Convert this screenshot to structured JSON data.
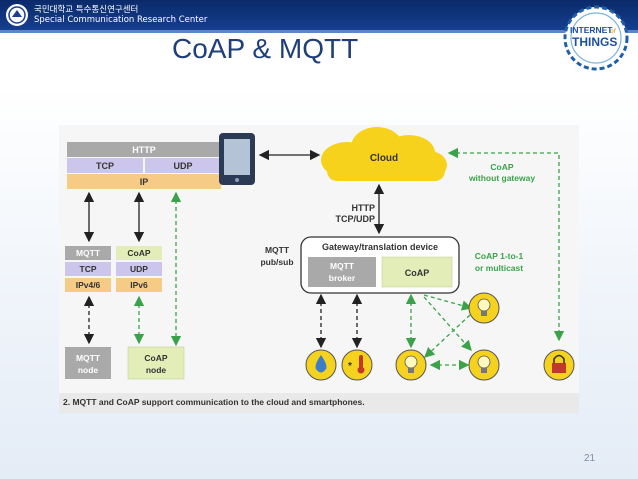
{
  "header": {
    "org_korean": "국민대학교 특수통신연구센터",
    "org_english": "Special Communication Research Center",
    "badge": {
      "line1": "INTERNET",
      "line2": "of",
      "line3": "THINGS"
    }
  },
  "slide": {
    "title": "CoAP & MQTT",
    "page_number": "21"
  },
  "figure": {
    "stack": {
      "http": "HTTP",
      "tcp": "TCP",
      "udp": "UDP",
      "ip": "IP"
    },
    "mqtt_stack": [
      "MQTT",
      "TCP",
      "IPv4/6"
    ],
    "coap_stack": [
      "CoAP",
      "UDP",
      "IPv6"
    ],
    "mqtt_node": [
      "MQTT",
      "node"
    ],
    "coap_node": [
      "CoAP",
      "node"
    ],
    "cloud": "Cloud",
    "cloud_protocols": [
      "HTTP",
      "TCP/UDP"
    ],
    "coap_without_gateway": [
      "CoAP",
      "without gateway"
    ],
    "mqtt_pubsub": [
      "MQTT",
      "pub/sub"
    ],
    "gateway_label": "Gateway/translation device",
    "mqtt_broker": [
      "MQTT",
      "broker"
    ],
    "gateway_coap": "CoAP",
    "coap_modes": [
      "CoAP 1-to-1",
      "or multicast"
    ],
    "caption": "2. MQTT and CoAP support communication to the cloud and smartphones."
  },
  "colors": {
    "header_navy": "#0a2a6a",
    "title_blue": "#1f3f7a",
    "http_bar": "#a9a9a9",
    "tcp_bar": "#cdc6ec",
    "ip_bar": "#f6cb86",
    "coap_box": "#e2edb8",
    "cloud_yellow": "#f7d21c",
    "device_yellow": "#f4d21e",
    "green_arrow": "#3aa34a"
  },
  "icons": {
    "logo": "university-emblem-icon",
    "phone": "smartphone-icon",
    "water": "water-drop-icon",
    "thermometer": "thermometer-icon",
    "bulb": "light-bulb-icon",
    "lock": "padlock-icon",
    "cloud": "cloud-icon"
  }
}
